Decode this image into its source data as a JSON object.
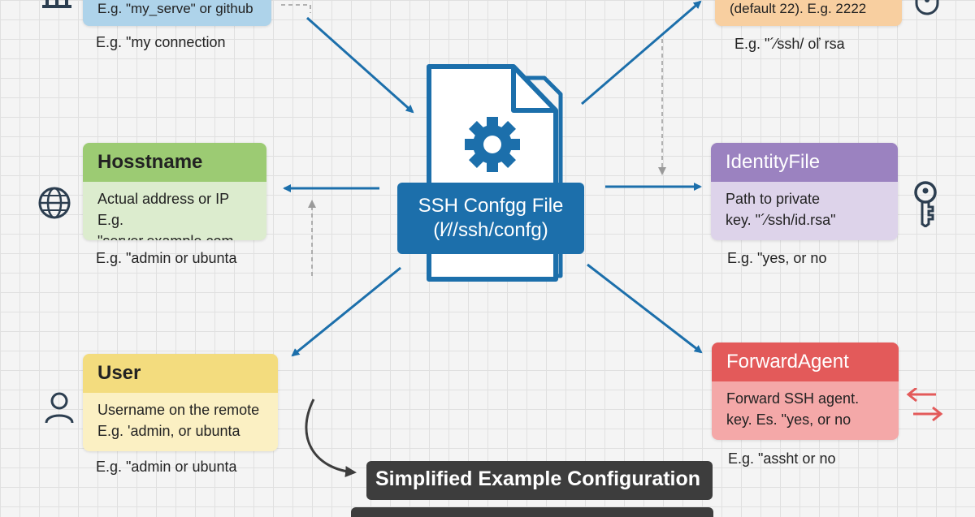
{
  "top_left_card": {
    "body": "E.g. \"my_serve\" or github"
  },
  "top_left_note": "E.g. \"my connection",
  "top_right_card": {
    "body": "(default 22). E.g. 2222"
  },
  "top_right_note": "E.g. \"´⁄ssh/ oľ rsa",
  "hostname_card": {
    "title": "Hosstname",
    "line1": "Actual address or IP",
    "line2": "E.g. \"server.example.com",
    "note": "E.g. \"admin or ubunta"
  },
  "identity_card": {
    "title": "IdentityFile",
    "line1": "Path to private",
    "line2": "key. \"´⁄ssh/id.rsa\"",
    "note": "E.g. \"yes, or no"
  },
  "user_card": {
    "title": "User",
    "line1": "Usernamе on the remote",
    "line2": "E.g. 'admin, or ubunta",
    "note": "E.g. \"admin or ubunta"
  },
  "forward_card": {
    "title": "ForwardAgent",
    "line1": "Forward SSH agent.",
    "line2": "key. Es. \"yes, or no",
    "note": "E.g. \"assht or no"
  },
  "center": {
    "line1": "SSH Confgg File",
    "line2": "(l⁄//ssh/confg)"
  },
  "example_button": "Simplified Example Configuration",
  "colors": {
    "blue_accent": "#1c6fab",
    "hostname_head": "#9ccb73",
    "hostname_body": "#dcecce",
    "identity_head": "#9b82c0",
    "identity_body": "#ddd3ea",
    "user_head": "#f3dc7e",
    "user_body": "#fbf0c3",
    "forward_head": "#e35a5a",
    "forward_body": "#f4a8a8",
    "top_left": "#aed3ea",
    "top_right": "#f8cfa0"
  },
  "icons": [
    "building-icon",
    "lock-icon",
    "globe-icon",
    "key-icon",
    "user-icon",
    "swap-arrows-icon",
    "gear-icon",
    "document-icon"
  ]
}
